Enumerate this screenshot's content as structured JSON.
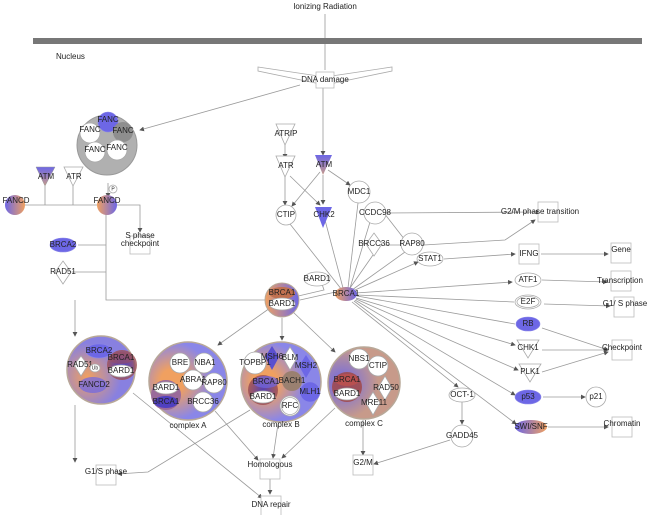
{
  "header": {
    "stimulus": "Ionizing Radiation",
    "compartment": "Nucleus"
  },
  "nodes": {
    "dna_damage": "DNA damage",
    "fanc": "FANC",
    "atm": "ATM",
    "atr": "ATR",
    "atrip": "ATRIP",
    "fancd": "FANCD",
    "fancd2": "FANCD2",
    "brca2": "BRCA2",
    "rad51": "RAD51",
    "ctip": "CTIP",
    "chk2": "CHK2",
    "mdc1": "MDC1",
    "ccdc98": "CCDC98",
    "brcc36": "BRCC36",
    "rap80": "RAP80",
    "stat1": "STAT1",
    "bard1": "BARD1",
    "brca1": "BRCA1",
    "ifng": "IFNG",
    "atf1": "ATF1",
    "e2f": "E2F",
    "rb": "RB",
    "chk1": "CHK1",
    "plk1": "PLK1",
    "p53": "p53",
    "p21": "p21",
    "swisnf": "SWI/SNF",
    "oct1": "OCT-1",
    "gadd45": "GADD45",
    "ub": "Ub",
    "p": "P",
    "bre": "BRE",
    "nba1": "NBA1",
    "abra1": "ABRA1",
    "topbp1": "TOPBP1",
    "msh6": "MSH6",
    "blm": "BLM",
    "msh2": "MSH2",
    "bach1": "BACH1",
    "mlh1": "MLH1",
    "rfc": "RFC",
    "nbs1": "NBS1",
    "rad50": "RAD50",
    "mre11": "MRE11"
  },
  "complexes": {
    "a": "complex A",
    "b": "complex B",
    "c": "complex C"
  },
  "outcomes": {
    "s_phase_1": "S phase",
    "s_phase_2": "checkpoint",
    "g2m_transition": "G2/M phase transition",
    "gene": "Gene",
    "transcription": "Transcription",
    "g1s_right": "G1/ S phase",
    "checkpoint": "Checkpoint",
    "chromatin": "Chromatin",
    "g2m": "G2/M",
    "g1s_left": "G1/S phase",
    "homologous": "Homologous",
    "dna_repair": "DNA repair"
  },
  "colors": {
    "down": "#6d67e6",
    "up": "#f0a060",
    "membrane": "#777777"
  }
}
